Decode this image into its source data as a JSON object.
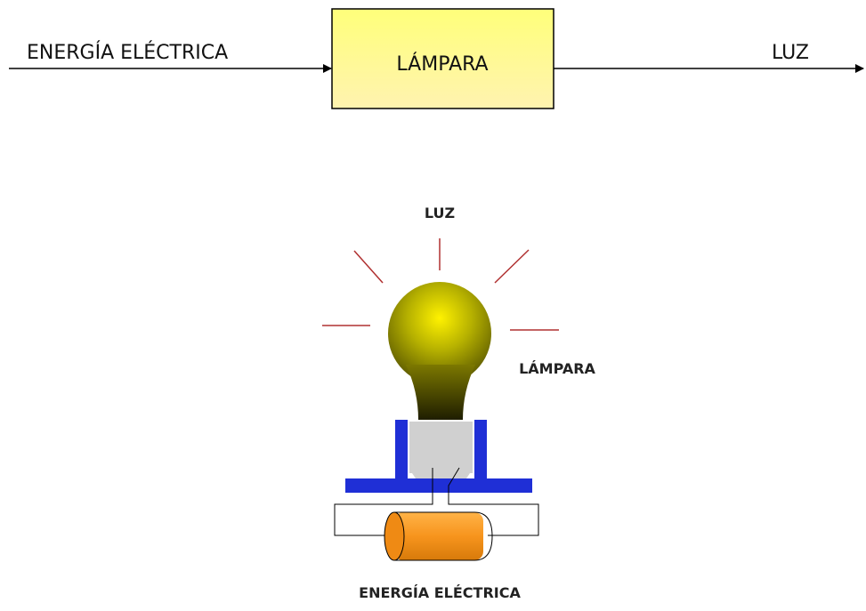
{
  "block_diagram": {
    "input_label": "ENERGÍA ELÉCTRICA",
    "process_label": "LÁMPARA",
    "output_label": "LUZ",
    "box_fill": "#ffff99",
    "box_fill_bottom": "#fff2a0"
  },
  "illustration": {
    "light_label": "LUZ",
    "lamp_label": "LÁMPARA",
    "energy_label": "ENERGÍA ELÉCTRICA",
    "ray_color": "#b03030",
    "bulb_color": "#b8b400",
    "base_color": "#1f2fd6",
    "socket_color": "#d0d0d0",
    "battery_color": "#f7941d"
  }
}
